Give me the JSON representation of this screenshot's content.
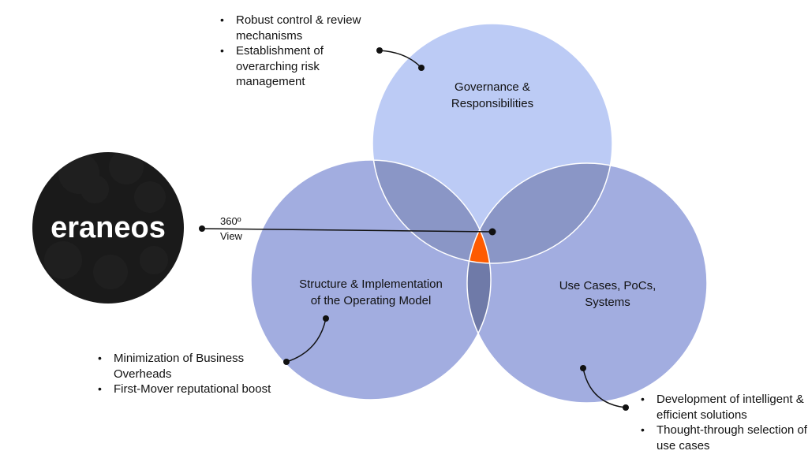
{
  "logo": {
    "text": "eraneos",
    "background_color": "#1a1a1a",
    "text_color": "#ffffff"
  },
  "center_label": {
    "line1": "360º",
    "line2": "View"
  },
  "circles": {
    "governance": {
      "label_line1": "Governance &",
      "label_line2": "Responsibilities",
      "bullets": [
        "Robust control & review mechanisms",
        "Establishment of overarching risk management"
      ]
    },
    "structure": {
      "label_line1": "Structure & Implementation",
      "label_line2": "of the Operating Model",
      "bullets": [
        "Minimization of Business Overheads",
        "First-Mover reputational boost"
      ]
    },
    "use_cases": {
      "label_line1": "Use Cases, PoCs,",
      "label_line2": "Systems",
      "bullets": [
        "Development of intelligent & efficient solutions",
        "Thought-through selection of use cases"
      ]
    }
  },
  "colors": {
    "top_circle": "#bccbf5",
    "side_circles": "#a2ade0",
    "pair_overlap": "#8a96c6",
    "lower_overlap": "#6f7aa8",
    "center_overlap": "#fe5b00",
    "outline": "#ffffff"
  }
}
